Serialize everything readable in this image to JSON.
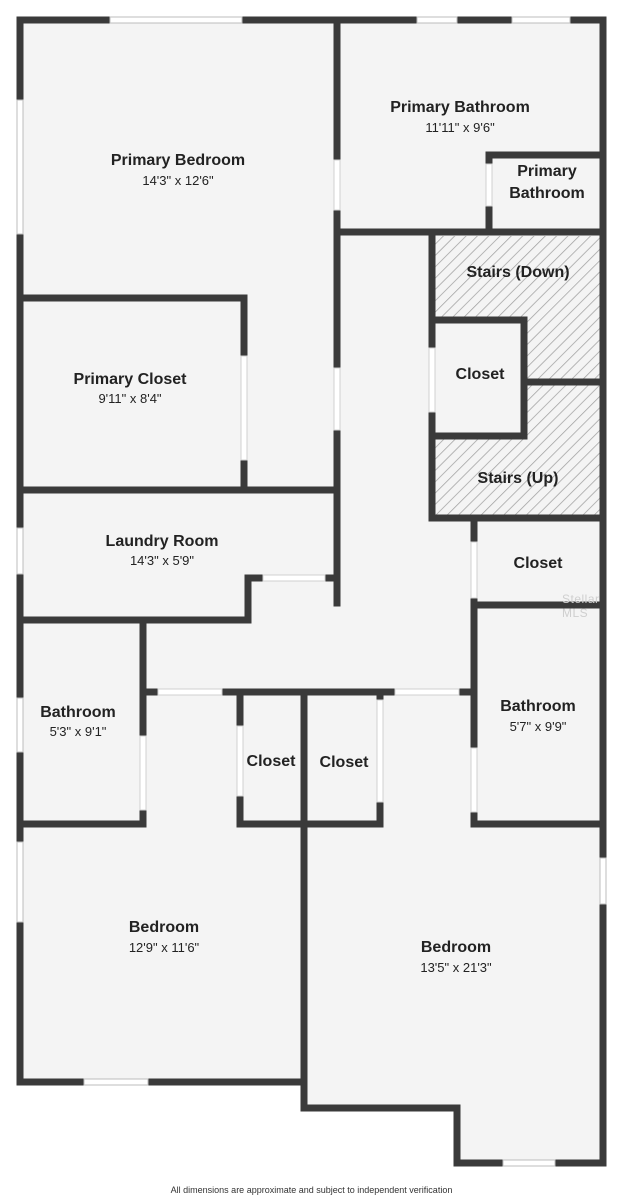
{
  "colors": {
    "wall": "#3a3a3a",
    "floor": "#f4f4f4",
    "window": "#ffffff",
    "stair_hatch": "#9a9a9a"
  },
  "rooms": [
    {
      "name": "Primary Bedroom",
      "dims": "14'3\" x 12'6\""
    },
    {
      "name": "Primary Bathroom",
      "dims": "11'11\" x 9'6\""
    },
    {
      "name": "Primary",
      "name2": "Bathroom"
    },
    {
      "name": "Stairs (Down)"
    },
    {
      "name": "Primary Closet",
      "dims": "9'11\" x 8'4\""
    },
    {
      "name": "Closet"
    },
    {
      "name": "Stairs (Up)"
    },
    {
      "name": "Laundry Room",
      "dims": "14'3\" x 5'9\""
    },
    {
      "name": "Closet"
    },
    {
      "name": "Bathroom",
      "dims": "5'3\" x 9'1\""
    },
    {
      "name": "Closet"
    },
    {
      "name": "Closet"
    },
    {
      "name": "Bathroom",
      "dims": "5'7\" x 9'9\""
    },
    {
      "name": "Bedroom",
      "dims": "12'9\" x 11'6\""
    },
    {
      "name": "Bedroom",
      "dims": "13'5\" x 21'3\""
    }
  ],
  "disclaimer": "All dimensions are approximate and subject to independent verification",
  "watermark": "Stellar MLS"
}
